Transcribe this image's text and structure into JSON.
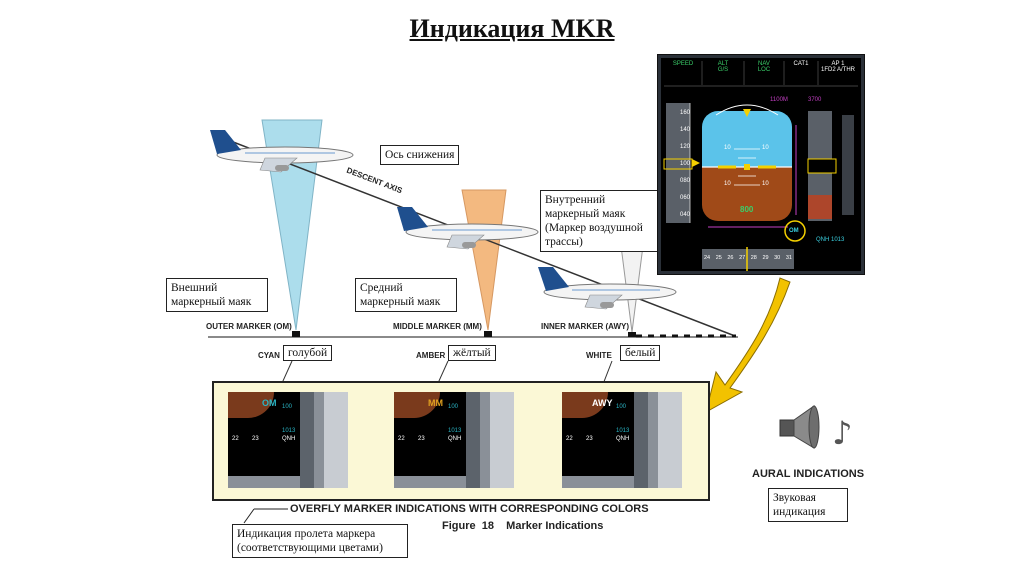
{
  "title": "Индикация MKR",
  "diagram": {
    "descent_axis_caption": "DESCENT AXIS",
    "descent_axis_label_ru": "Ось снижения",
    "outer": {
      "caption": "OUTER MARKER (OM)",
      "label_ru": "Внешний маркерный маяк",
      "color_en": "CYAN",
      "color_ru": "голубой"
    },
    "middle": {
      "caption": "MIDDLE MARKER (MM)",
      "label_ru": "Средний маркерный маяк",
      "color_en": "AMBER",
      "color_ru": "жёлтый"
    },
    "inner": {
      "caption": "INNER MARKER (AWY)",
      "label_ru": "Внутренний маркерный маяк (Маркер воздушной трассы)",
      "color_en": "WHITE",
      "color_ru": "белый"
    },
    "colors": {
      "cyan": "#a8dcec",
      "amber": "#f0b070",
      "white": "#eeeeee"
    }
  },
  "pfd": {
    "fma": [
      {
        "l1": "SPEED",
        "l2": ""
      },
      {
        "l1": "ALT",
        "l2": "G/S"
      },
      {
        "l1": "NAV",
        "l2": "LOC"
      },
      {
        "l1": "CAT1",
        "l2": ""
      },
      {
        "l1": "AP 1",
        "l2": "1FD2 A/THR"
      }
    ],
    "speed_ticks": [
      "160",
      "140",
      "120",
      "100",
      "080",
      "060",
      "040"
    ],
    "radio_alt": "1100M",
    "baro_value": "3700",
    "alt_readout": "800",
    "om_badge": "OM",
    "qnh": "QNH 1013",
    "heading_ticks": [
      "24",
      "25",
      "26",
      "27",
      "28",
      "29",
      "30",
      "31"
    ],
    "pitch_ticks": [
      "10",
      "10",
      "10",
      "10"
    ]
  },
  "panels": [
    {
      "marker": "OM",
      "color": "#2ab5c5",
      "v1": "100",
      "v2": "1013",
      "v3": "QNH",
      "h1": "22",
      "h2": "23"
    },
    {
      "marker": "MM",
      "color": "#e0a020",
      "v1": "100",
      "v2": "1013",
      "v3": "QNH",
      "h1": "22",
      "h2": "23"
    },
    {
      "marker": "AWY",
      "color": "#ffffff",
      "v1": "100",
      "v2": "1013",
      "v3": "QNH",
      "h1": "22",
      "h2": "23"
    }
  ],
  "overfly_caption": "OVERFLY MARKER INDICATIONS WITH CORRESPONDING COLORS",
  "overfly_label_ru": "Индикация пролета маркера (соответствующими цветами)",
  "figure_caption": "Figure  18    Marker Indications",
  "aural_caption": "AURAL INDICATIONS",
  "aural_label_ru": "Звуковая индикация",
  "music_note_glyph": "♪"
}
